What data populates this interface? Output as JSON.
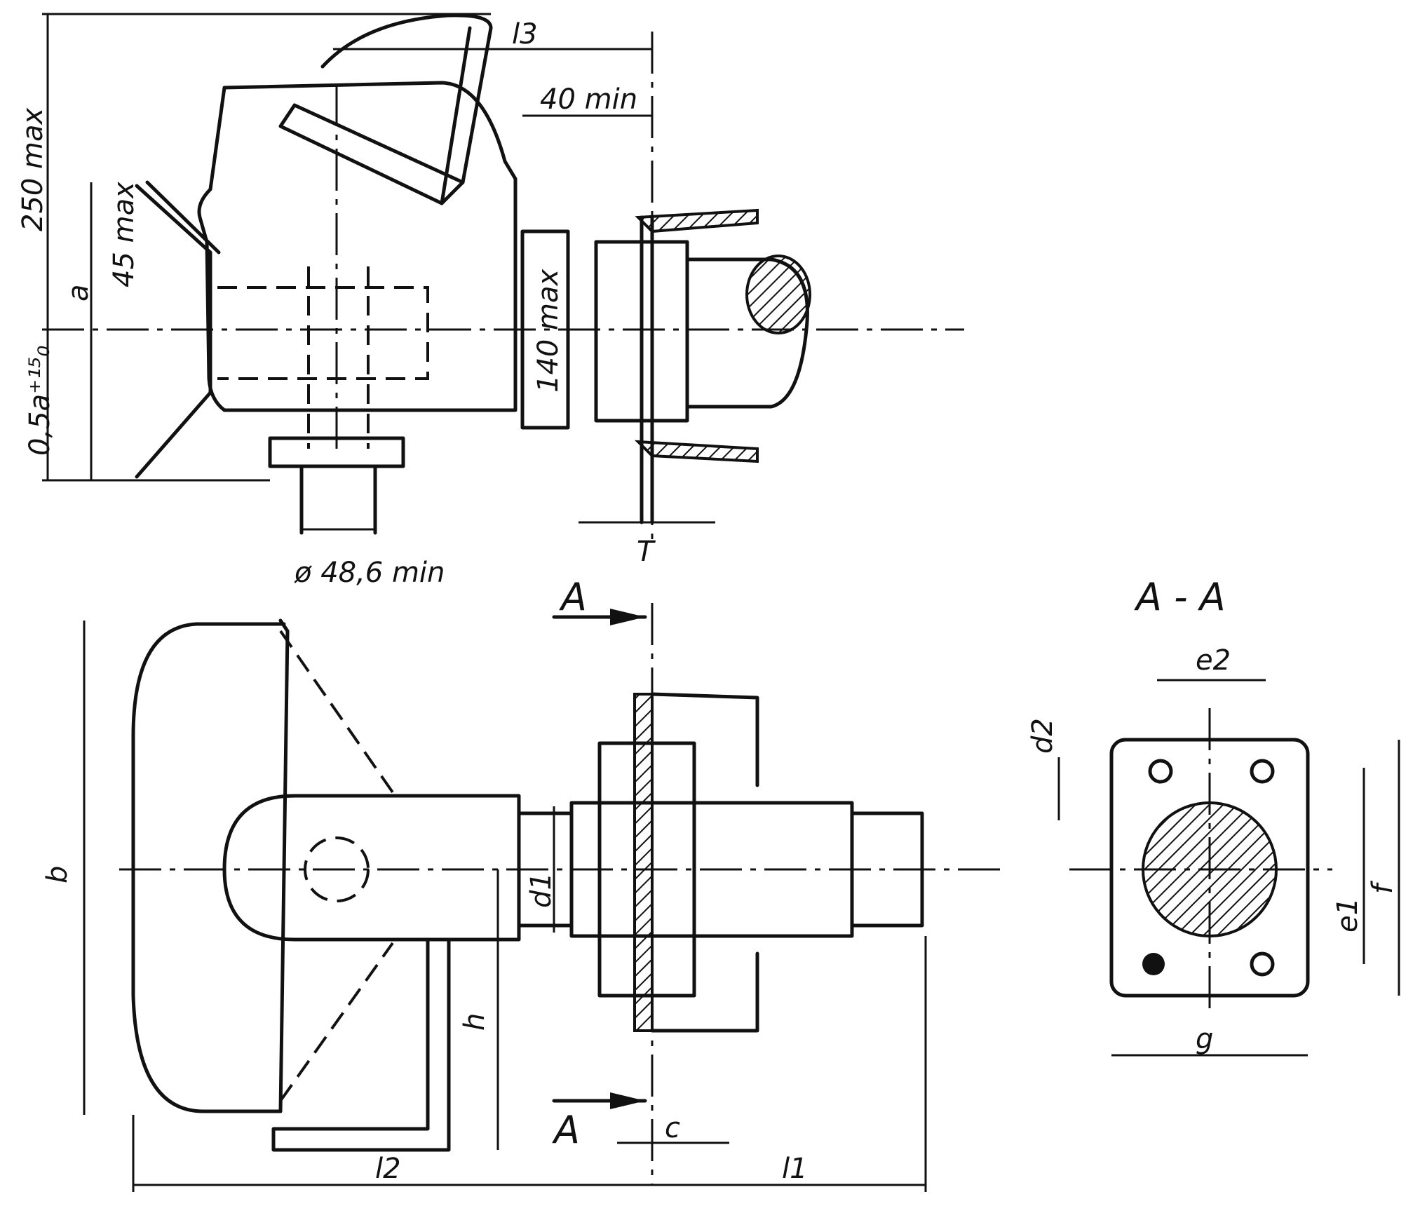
{
  "top_view": {
    "dim_height_total": "250 max",
    "dim_a": "a",
    "dim_45max": "45 max",
    "dim_offset": "0,5a⁺¹⁵₀",
    "dim_l3": "l3",
    "dim_40min": "40 min",
    "dim_140max": "140 max",
    "dim_diameter": "ø 48,6 min",
    "dim_T": "T"
  },
  "bottom_view": {
    "dim_b": "b",
    "dim_h": "h",
    "dim_d1": "d1",
    "dim_c": "c",
    "dim_l1": "l1",
    "dim_l2": "l2",
    "section_mark_top": "A",
    "section_mark_bottom": "A"
  },
  "section_view": {
    "title": "A - A",
    "dim_e2": "e2",
    "dim_d2": "d2",
    "dim_e1": "e1",
    "dim_f": "f",
    "dim_g": "g"
  }
}
